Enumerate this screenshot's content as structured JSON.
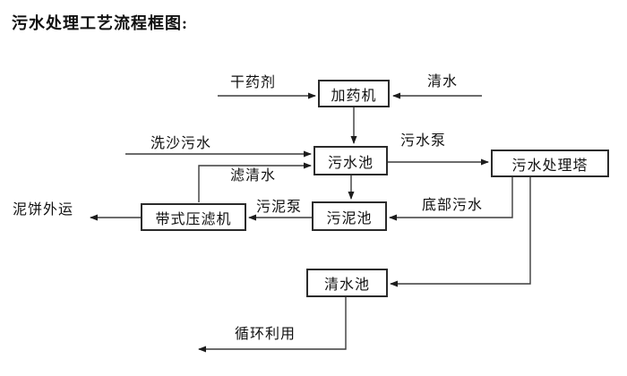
{
  "title": "污水处理工艺流程框图:",
  "nodes": {
    "dosing_machine": {
      "label": "加药机"
    },
    "sewage_pool": {
      "label": "污水池"
    },
    "treatment_tower": {
      "label": "污水处理塔"
    },
    "belt_filter_press": {
      "label": "带式压滤机"
    },
    "sludge_pool": {
      "label": "污泥池"
    },
    "clean_water_pool": {
      "label": "清水池"
    }
  },
  "labels": {
    "dry_agent": "干药剂",
    "clean_water_in": "清水",
    "sand_washing_sewage": "洗沙污水",
    "sewage_pump": "污水泵",
    "filtered_water": "滤清水",
    "mud_cake_out": "泥饼外运",
    "sludge_pump": "污泥泵",
    "bottom_sewage": "底部污水",
    "recycling": "循环利用"
  },
  "colors": {
    "line": "#3b3b3b",
    "box_border": "#2b2b2b",
    "text": "#111111",
    "background": "#ffffff"
  }
}
